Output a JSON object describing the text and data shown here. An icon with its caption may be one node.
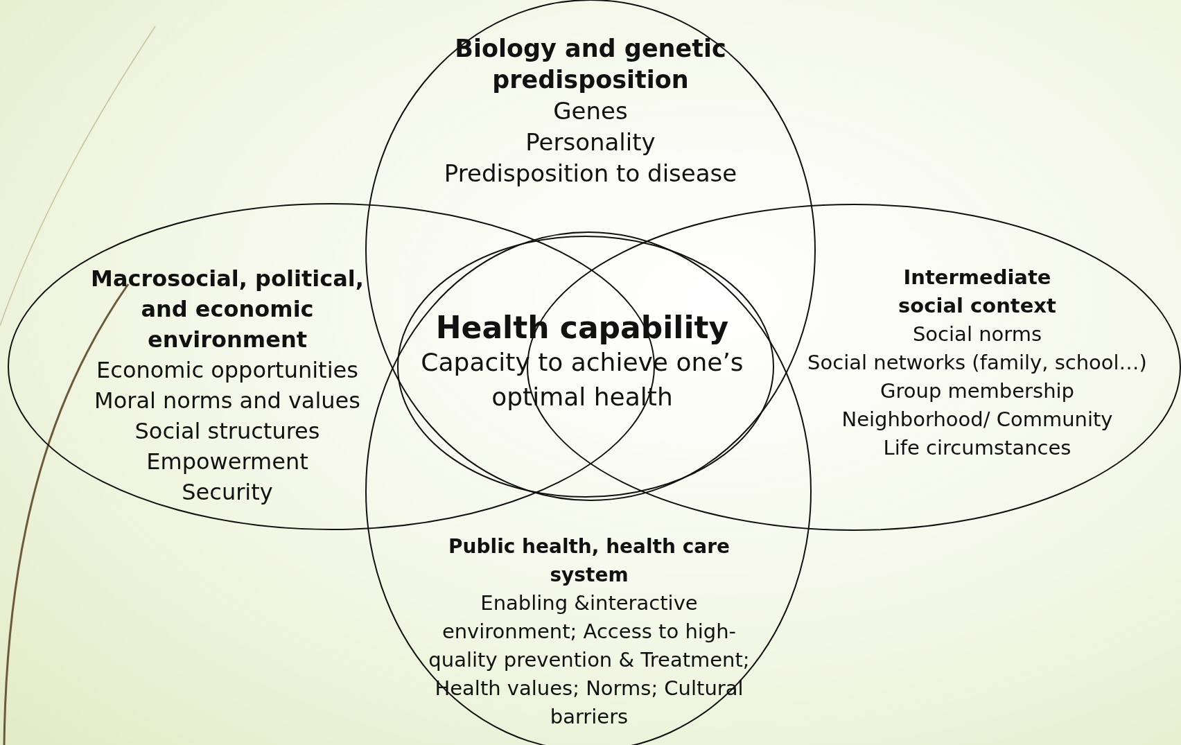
{
  "diagram": {
    "nodes": [
      {
        "text": [
          "Biology and genetic predisposition",
          "Genes",
          "Personality",
          "Predisposition to disease"
        ]
      },
      {
        "text": [
          "Macrosocial, political, and economic environment",
          "Economic opportunities",
          "Moral norms and values",
          "Social structures",
          "Empowerment",
          "Security"
        ]
      },
      {
        "text": [
          "Health capability",
          "Capacity to achieve one’s optimal health"
        ]
      },
      {
        "text": [
          "Intermediate social context",
          "Social norms",
          "Social networks (family, school…)",
          "Group membership",
          "Neighborhood/ Community",
          "Life circumstances"
        ]
      },
      {
        "text": [
          "Public health, health care system",
          "Enabling &interactive environment; Access to high-quality prevention & Treatment; Health values; Norms; Cultural barriers"
        ]
      }
    ]
  }
}
